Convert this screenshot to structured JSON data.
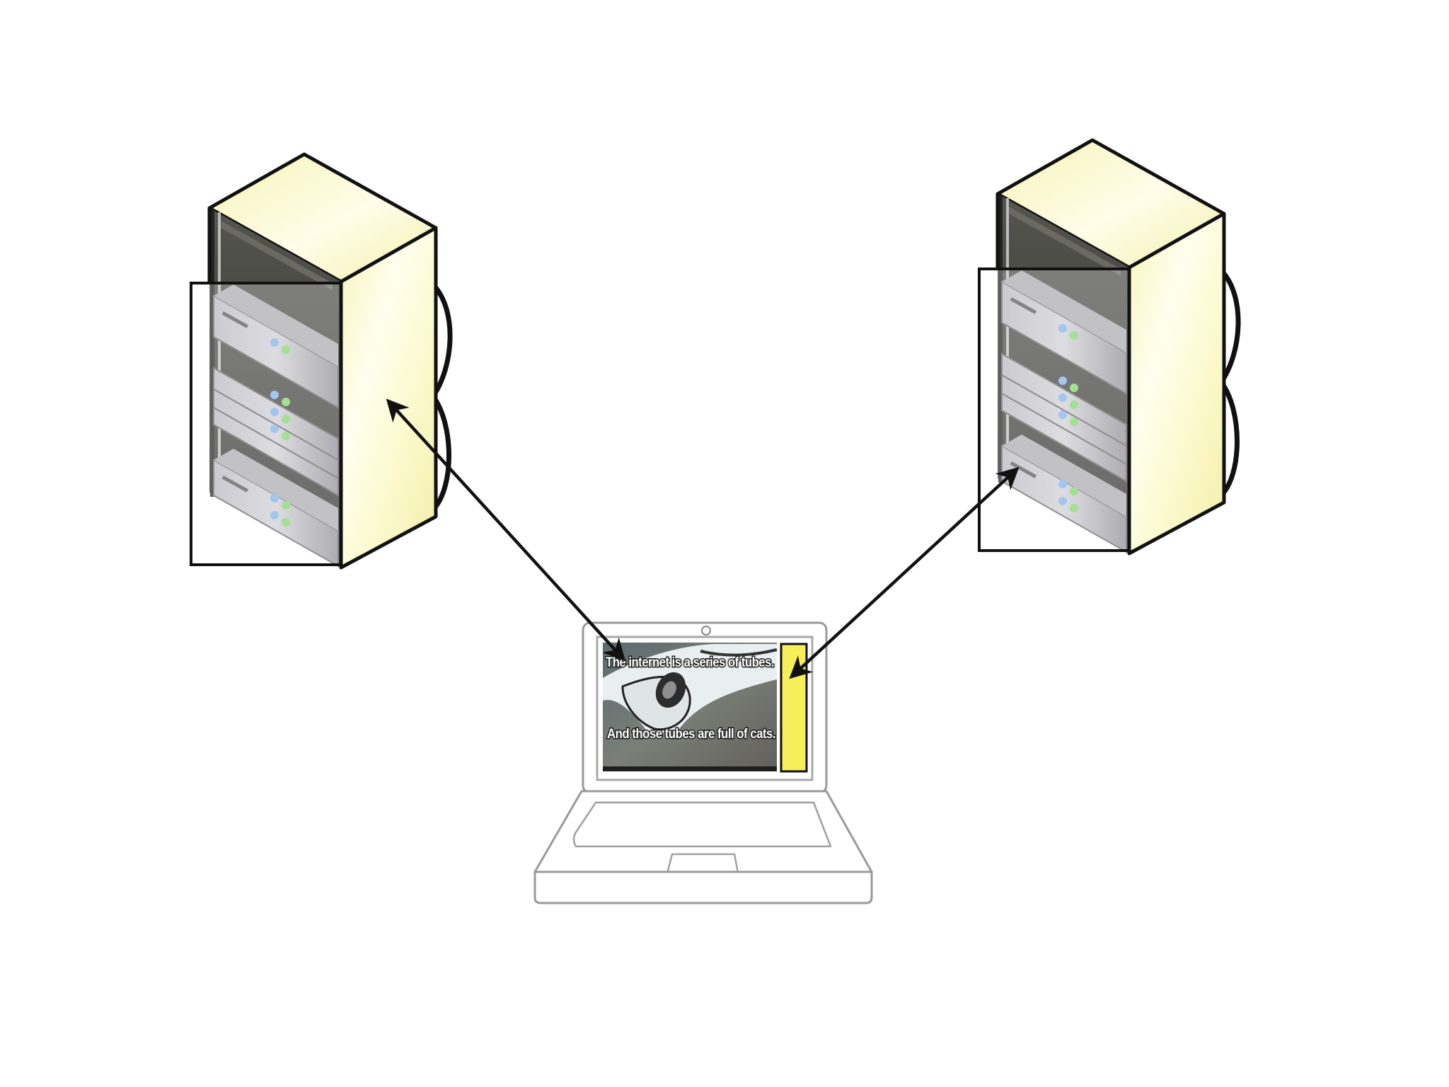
{
  "diagram": {
    "nodes": [
      {
        "id": "server-left",
        "kind": "server-rack"
      },
      {
        "id": "server-right",
        "kind": "server-rack"
      },
      {
        "id": "laptop",
        "kind": "laptop"
      }
    ],
    "edges": [
      {
        "from": "server-left",
        "to": "laptop",
        "direction": "bidirectional"
      },
      {
        "from": "server-right",
        "to": "laptop",
        "direction": "bidirectional"
      }
    ],
    "laptop_screen": {
      "meme_top": "The internet is a series of tubes.",
      "meme_bottom": "And those tubes are full of cats."
    },
    "colors": {
      "rack_body": "#fbfad0",
      "rack_highlight": "#ffffff",
      "rack_outline": "#111111",
      "server_unit": "#9a9aa2",
      "led_blue": "#7fb0e6",
      "led_green": "#7fd66a",
      "sidebar": "#f7ef5a",
      "arrow": "#111111"
    }
  }
}
